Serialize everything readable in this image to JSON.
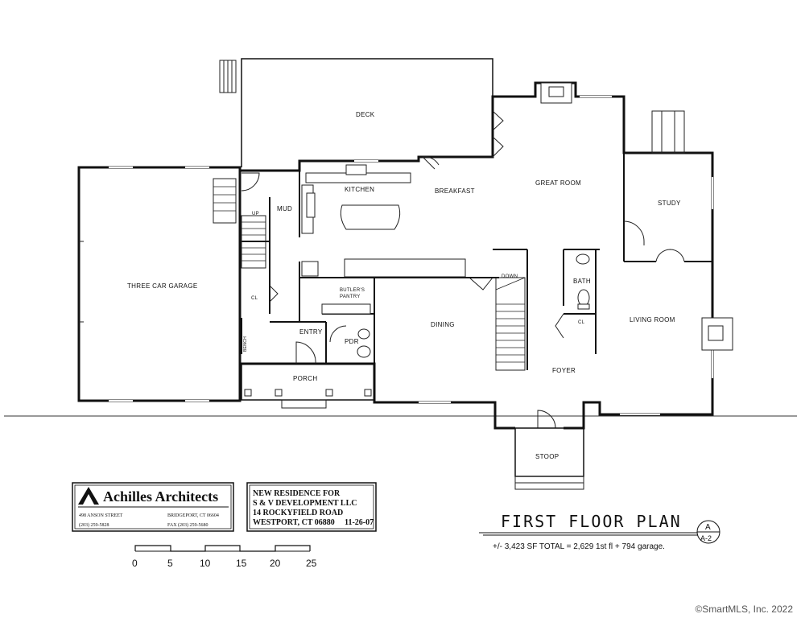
{
  "rooms": {
    "deck": "DECK",
    "kitchen": "KITCHEN",
    "breakfast": "BREAKFAST",
    "great_room": "GREAT ROOM",
    "study": "STUDY",
    "mud": "MUD",
    "up": "UP",
    "garage": "THREE CAR GARAGE",
    "closet1": "CL",
    "butlers_pantry_1": "BUTLER'S",
    "butlers_pantry_2": "PANTRY",
    "entry": "ENTRY",
    "pdr": "PDR",
    "dining": "DINING",
    "down": "DOWN",
    "bath": "BATH",
    "closet2": "CL",
    "living_room": "LIVING ROOM",
    "foyer": "FOYER",
    "porch": "PORCH",
    "bench": "BENCH",
    "stoop": "STOOP"
  },
  "architect": {
    "name": "Achilles Architects",
    "address": "498 ANSON STREET",
    "city": "BRIDGEPORT, CT 06604",
    "phone": "(203) 259-5828",
    "fax": "FAX (203) 259-5680"
  },
  "project": {
    "line1": "NEW RESIDENCE FOR",
    "line2": "S & V DEVELOPMENT LLC",
    "line3": "14 ROCKYFIELD ROAD",
    "line4": "WESTPORT, CT 06880",
    "date": "11-26-07"
  },
  "scale": {
    "ticks": [
      "0",
      "5",
      "10",
      "15",
      "20",
      "25"
    ]
  },
  "sheet": {
    "title": "FIRST FLOOR PLAN",
    "number_top": "A",
    "number_bottom": "A-2",
    "area_note": "+/- 3,423 SF TOTAL = 2,629 1st fl + 794 garage."
  },
  "copyright": "©SmartMLS, Inc.  2022"
}
